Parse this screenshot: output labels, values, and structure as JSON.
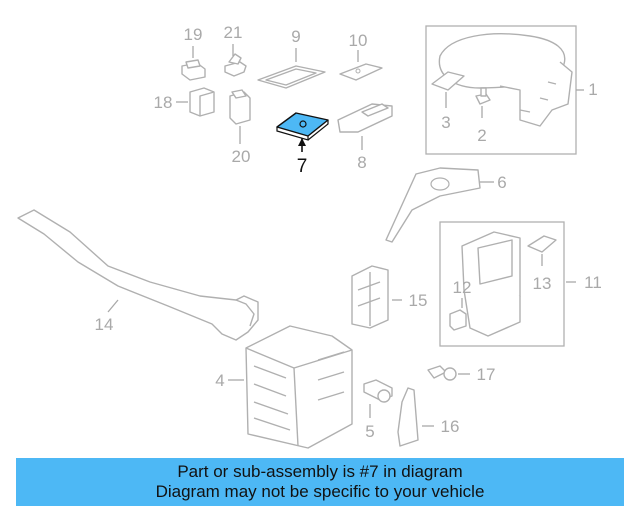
{
  "diagram": {
    "highlight_color": "#4db8f5",
    "highlighted_part": "7",
    "callouts": {
      "c1": "1",
      "c2": "2",
      "c3": "3",
      "c4": "4",
      "c5": "5",
      "c6": "6",
      "c7": "7",
      "c8": "8",
      "c9": "9",
      "c10": "10",
      "c11": "11",
      "c12": "12",
      "c13": "13",
      "c14": "14",
      "c15": "15",
      "c16": "16",
      "c17": "17",
      "c18": "18",
      "c19": "19",
      "c20": "20",
      "c21": "21"
    }
  },
  "banner": {
    "line1": "Part or sub-assembly is #7 in diagram",
    "line2": "Diagram may not be specific to your vehicle"
  }
}
